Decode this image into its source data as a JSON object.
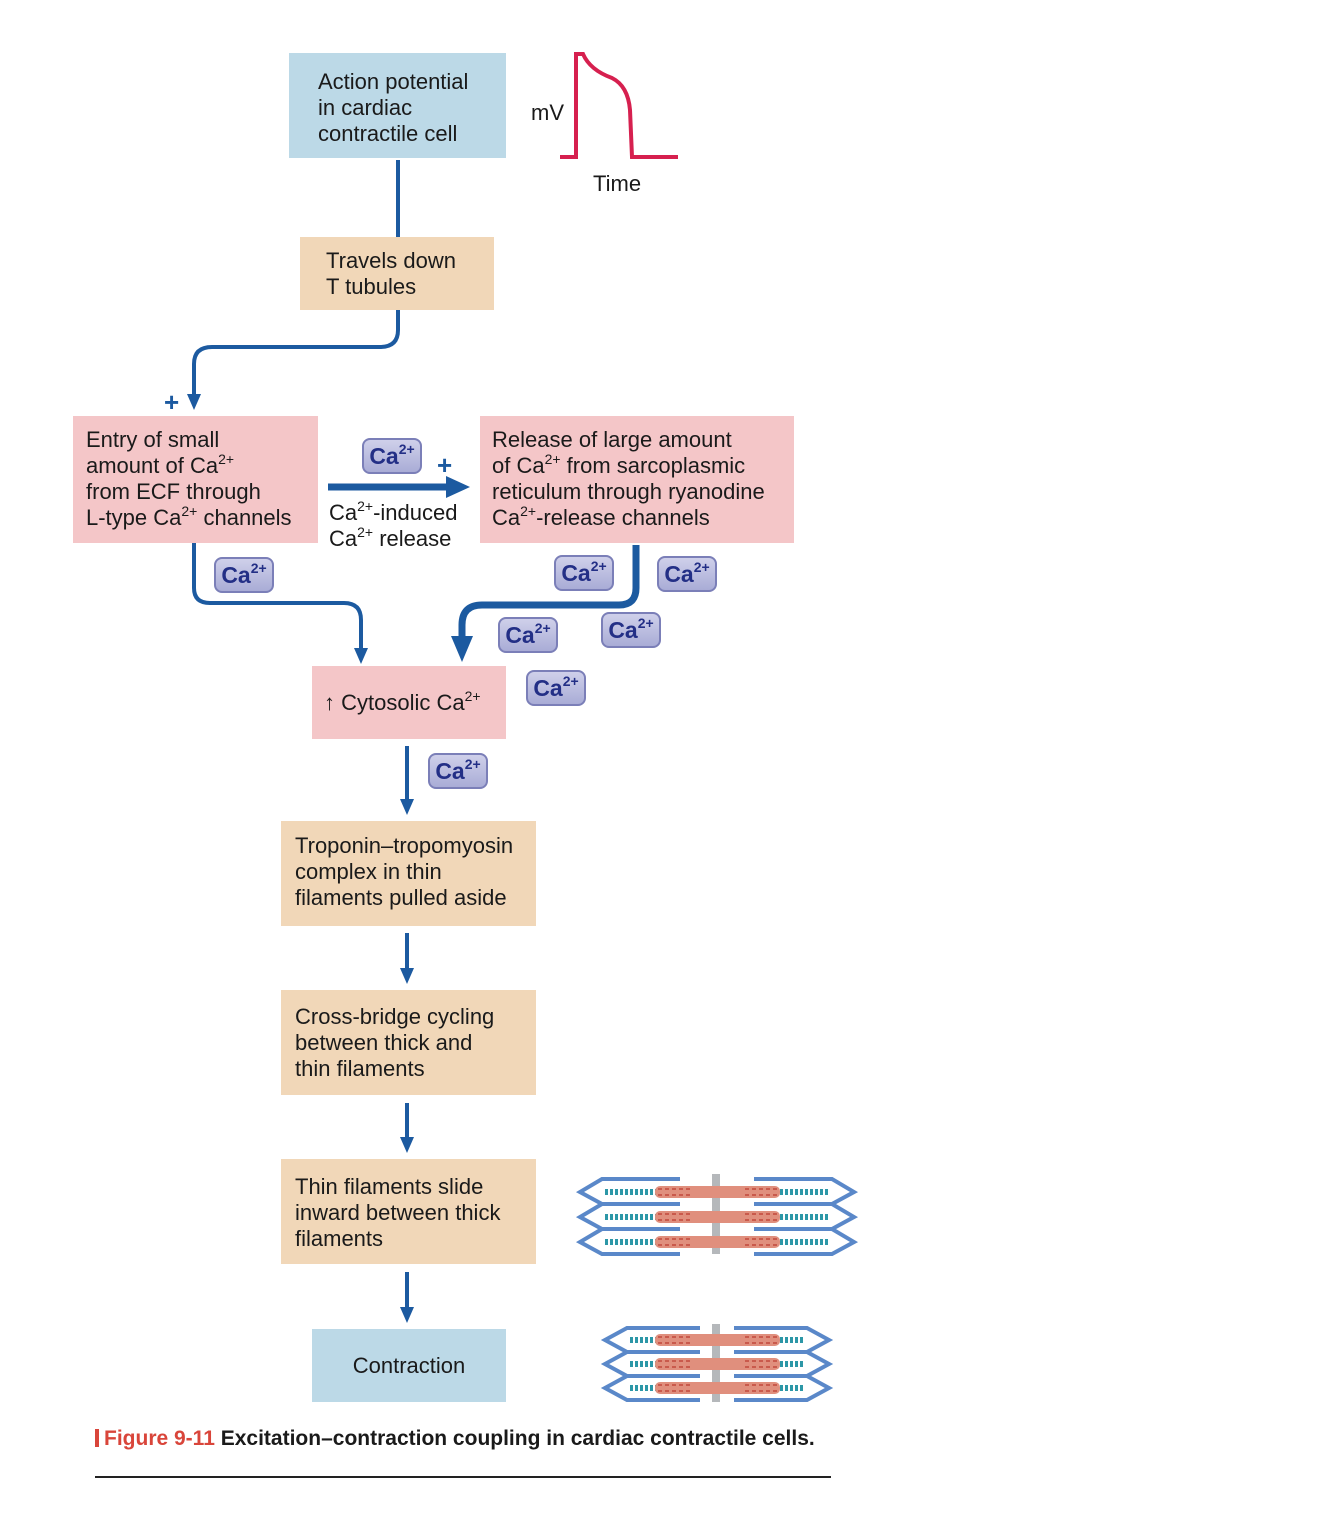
{
  "boxes": {
    "action_potential": [
      "Action potential",
      "in cardiac",
      "contractile cell"
    ],
    "t_tubules": [
      "Travels down",
      "T tubules"
    ],
    "entry": {
      "l1": "Entry of small",
      "l2": "amount of Ca",
      "l3": "from ECF through",
      "l4a": "L-type Ca",
      "l4b": " channels"
    },
    "release": {
      "l1": "Release of large amount",
      "l2a": "of Ca",
      "l2b": " from sarcoplasmic",
      "l3": "reticulum through ryanodine",
      "l4b": "-release channels"
    },
    "cytosolic": {
      "arrow": "↑",
      "text": " Cytosolic Ca"
    },
    "troponin": [
      "Troponin–tropomyosin",
      "complex in thin",
      "filaments pulled aside"
    ],
    "cross_bridge": [
      "Cross-bridge cycling",
      "between thick and",
      "thin filaments"
    ],
    "thin_slide": [
      "Thin filaments slide",
      "inward between thick",
      "filaments"
    ],
    "contraction": "Contraction"
  },
  "ion": {
    "symbol": "Ca",
    "charge": "2+"
  },
  "cicr": {
    "l1b": "-induced",
    "l2b": " release"
  },
  "plus": "+",
  "graph": {
    "ylabel": "mV",
    "xlabel": "Time"
  },
  "caption": {
    "number": "Figure 9-11",
    "text": " Excitation–contraction coupling in cardiac contractile cells."
  },
  "colors": {
    "arrow": "#1c5aa0",
    "trace": "#d6204f",
    "box_blue": "#bcd9e7",
    "box_tan": "#f1d7b8",
    "box_pink": "#f4c6c8"
  }
}
